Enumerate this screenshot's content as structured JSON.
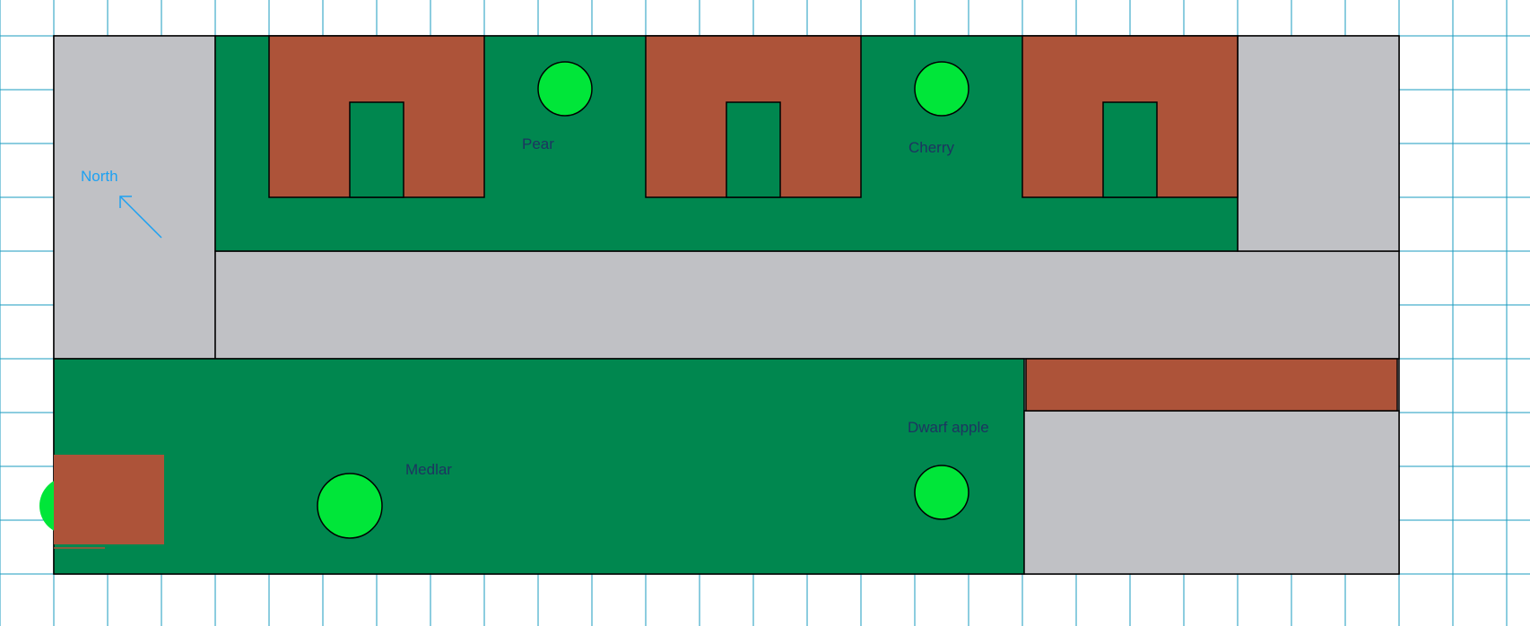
{
  "colors": {
    "background": "#ffffff",
    "grid": "#1a9bbf",
    "path": "#c0c1c5",
    "lawn": "#00874f",
    "bed": "#ad5339",
    "tree": "#00e639",
    "outline": "#000000",
    "tree_label": "#1d3461",
    "north": "#1da1f2"
  },
  "compass": {
    "label": "North",
    "icon": "north-arrow-icon"
  },
  "trees": [
    {
      "id": "pear",
      "label": "Pear"
    },
    {
      "id": "cherry",
      "label": "Cherry"
    },
    {
      "id": "medlar",
      "label": "Medlar"
    },
    {
      "id": "dwarf-apple",
      "label": "Dwarf apple"
    }
  ]
}
